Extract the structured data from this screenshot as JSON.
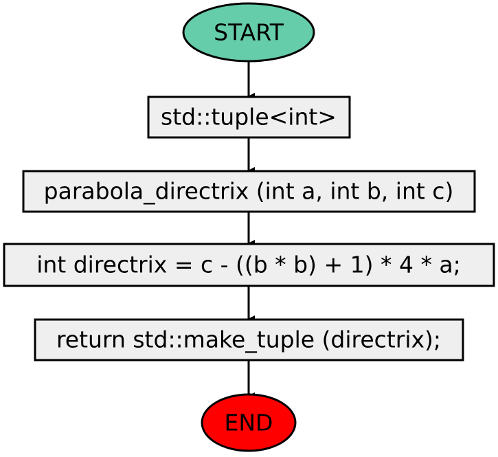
{
  "flowchart": {
    "start": {
      "label": "START",
      "color": "#66cdaa"
    },
    "steps": [
      {
        "label": "std::tuple<int>"
      },
      {
        "label": "parabola_directrix (int a, int b, int c)"
      },
      {
        "label": "int directrix = c - ((b * b) + 1) * 4 * a;"
      },
      {
        "label": "return std::make_tuple (directrix);"
      }
    ],
    "end": {
      "label": "END",
      "color": "#ff0000"
    },
    "box_fill": "#efefef"
  }
}
